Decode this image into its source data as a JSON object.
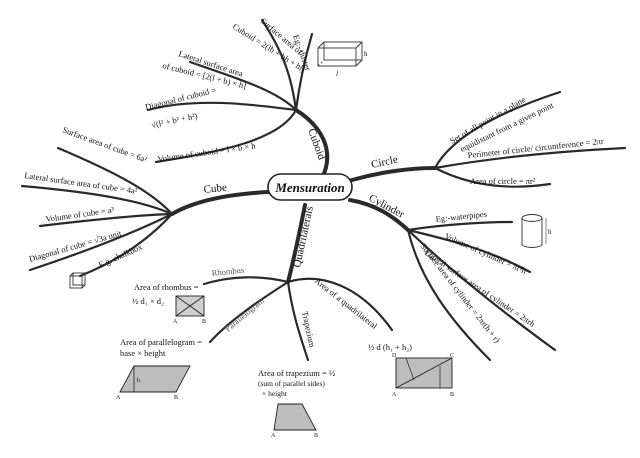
{
  "center": {
    "title": "Mensuration"
  },
  "branches": {
    "cuboid": "Cuboid",
    "circle": "Circle",
    "cylinder": "Cylinder",
    "cube": "Cube",
    "quadrilaterals": "Quadrilaterals"
  },
  "cuboid_leaves": {
    "surface_area_a": "Surface area of",
    "surface_area_b": "Cuboid = 2(lb + bh + hl)",
    "lateral_a": "Lateral surface area",
    "lateral_b": "of cuboid = [2(l + b) × h]",
    "diagonal_a": "Diagonal of cuboid =",
    "diagonal_b": "√(l² + b² + h²)",
    "volume": "Volume of cuboid = l × b × h",
    "example": "Eg:- duster",
    "dim_h": "h",
    "dim_l": "l"
  },
  "circle_leaves": {
    "set_a": "Set of all point in a plane",
    "set_b": "equidistant from a given point",
    "perimeter": "Perimeter of circle/ circumference = 2πr",
    "area": "Area of circle = πr²"
  },
  "cylinder_leaves": {
    "example": "Eg:-waterpipes",
    "volume": "Volume of cylinder = πr²h",
    "lateral": "Lateral surface area of cylinder = 2πrh",
    "surface": "Surface area of cylinder = 2πr(h + r)",
    "dim_h": "h"
  },
  "cube_leaves": {
    "surface": "Surface area of cube = 6a²",
    "lateral": "Lateral surface area of cube = 4a²",
    "volume": "Volume of cube = a³",
    "diagonal": "Diagonal of cube = √3a unit",
    "example": "E.g. chalkbox"
  },
  "quad_leaves": {
    "rhombus": "Rhombus",
    "rhombus_area": "Area of rhombus =",
    "rhombus_formula": "½ d₁ × d₂",
    "parallelogram": "Parallelogram",
    "para_area_a": "Area of parallelogram =",
    "para_area_b": "base × height",
    "trapezium": "Trapezium",
    "trap_area_a": "Area of trapezium = ½",
    "trap_area_b": "(sum of parallel sides)",
    "trap_area_c": "× height",
    "quad_area": "Area of a quadrilateral",
    "quad_formula": "½ d (h₁ + h₂)",
    "pt_A": "A",
    "pt_B": "B",
    "pt_C": "C",
    "pt_D": "D",
    "pt_h": "h"
  }
}
